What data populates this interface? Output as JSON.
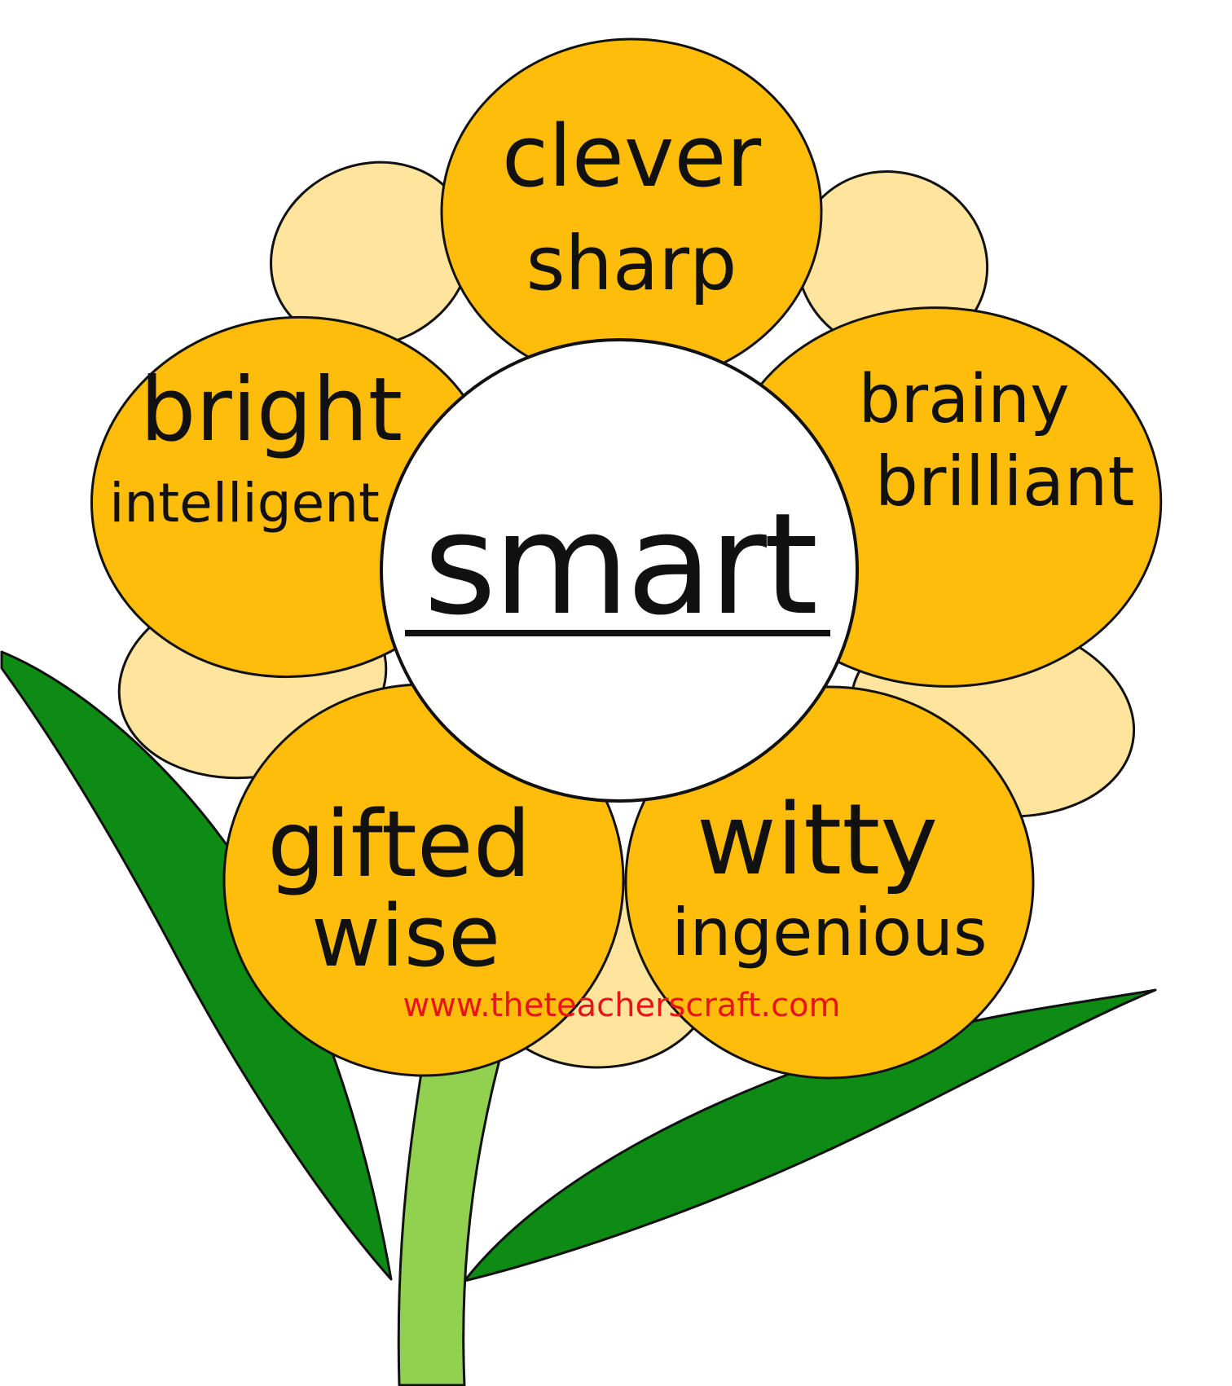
{
  "center": {
    "word": "smart"
  },
  "petals": {
    "top": {
      "line1": "clever",
      "line2": "sharp"
    },
    "upper_left": {
      "line1": "bright",
      "line2": "intelligent"
    },
    "upper_right": {
      "line1": "brainy",
      "line2": "brilliant"
    },
    "lower_left": {
      "line1": "gifted",
      "line2": "wise"
    },
    "lower_right": {
      "line1": "witty",
      "line2": "ingenious"
    }
  },
  "watermark": "www.theteacherscraft.com",
  "colors": {
    "front_petal": "#FDBD0A",
    "back_petal": "#FEE49D",
    "leaf": "#0E8B14",
    "stem": "#92D050",
    "center": "#FFFFFF",
    "outline": "#111111",
    "watermark": "#E8141A"
  }
}
